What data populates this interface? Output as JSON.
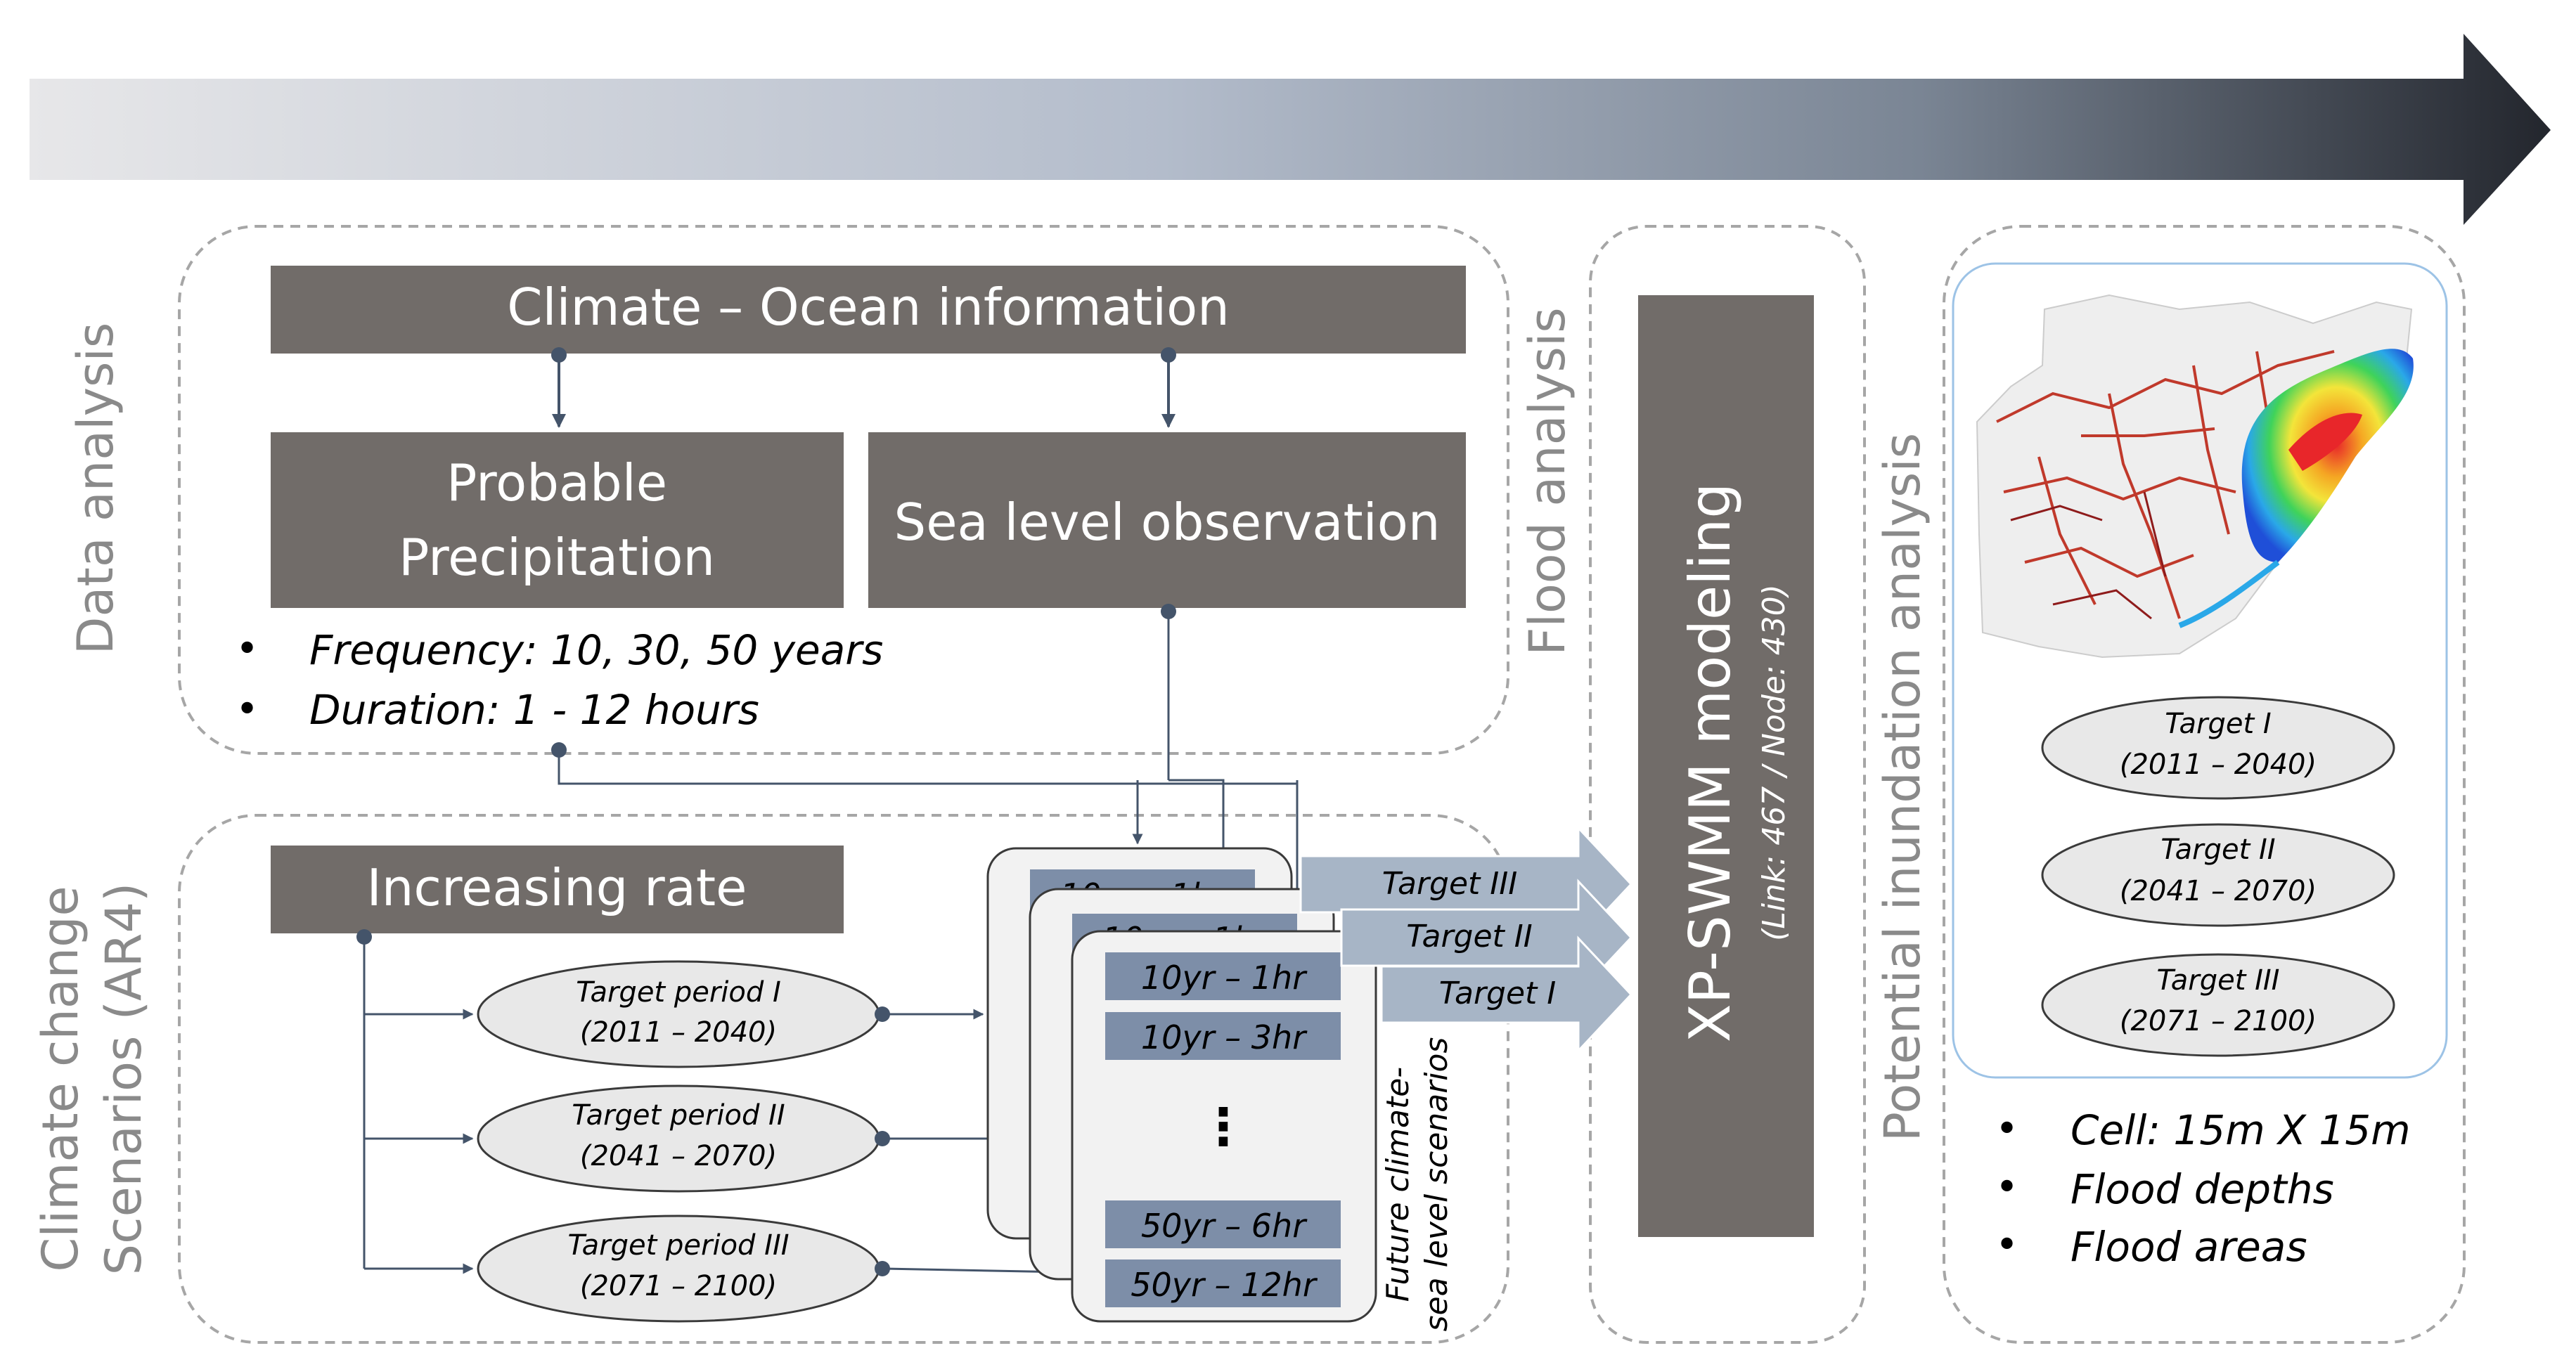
{
  "phases": {
    "data_analysis": "Data analysis",
    "climate_change": [
      "Climate change",
      "Scenarios (AR4)"
    ],
    "flood_analysis": "Flood analysis",
    "potential_inundation": "Potential inundation analysis"
  },
  "data_analysis": {
    "climate_ocean": "Climate – Ocean information",
    "probable_precipitation": [
      "Probable",
      "Precipitation"
    ],
    "sea_level_observation": "Sea level observation",
    "bullet_symbol": "•",
    "bullets": [
      "Frequency: 10, 30, 50 years",
      "Duration: 1 - 12 hours"
    ]
  },
  "climate_change": {
    "increasing_rate": "Increasing rate",
    "target_periods": [
      {
        "label": "Target period  I",
        "range": "(2011 – 2040)"
      },
      {
        "label": "Target period  II",
        "range": "(2041 – 2070)"
      },
      {
        "label": "Target period  III",
        "range": "(2071 – 2100)"
      }
    ],
    "scenario_cards": {
      "back_rows": [
        "10yr – 1hr",
        "10yr – 1hr"
      ],
      "front_rows": [
        "10yr – 1hr",
        "10yr – 3hr",
        "⋮",
        "50yr – 6hr",
        "50yr – 12hr"
      ]
    },
    "future_label": [
      "Future climate-",
      "sea level scenarios"
    ],
    "target_arrows": [
      "Target III",
      "Target II",
      "Target I"
    ]
  },
  "flood_analysis": {
    "model_title": "XP-SWMM modeling",
    "model_sub": "(Link: 467 / Node: 430)"
  },
  "inundation": {
    "targets": [
      {
        "label": "Target I",
        "range": "(2011 – 2040)"
      },
      {
        "label": "Target II",
        "range": "(2041 – 2070)"
      },
      {
        "label": "Target III",
        "range": "(2071 – 2100)"
      }
    ],
    "bullet_symbol": "•",
    "bullets": [
      "Cell: 15m X 15m",
      "Flood depths",
      "Flood areas"
    ]
  },
  "colors": {
    "dark_box": "#716c69",
    "scenario_row": "#7d8ea8",
    "arrow_fill": "#a7b5c6",
    "ellipse_fill": "#e8e8e8",
    "dashed_border": "#a6a6a6",
    "connector": "#44546a"
  }
}
